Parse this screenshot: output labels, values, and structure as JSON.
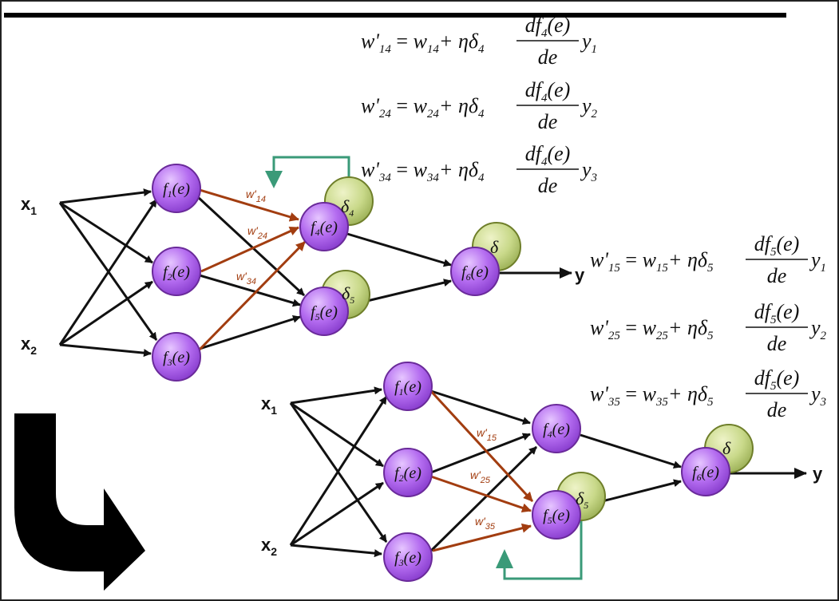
{
  "inputs": {
    "top": {
      "x1": "x",
      "x1_sub": "1",
      "x2": "x",
      "x2_sub": "2"
    },
    "bottom": {
      "x1": "x",
      "x1_sub": "1",
      "x2": "x",
      "x2_sub": "2"
    }
  },
  "outputs": {
    "top": "y",
    "bottom": "y"
  },
  "node_labels": {
    "f1": {
      "f": "f",
      "sub": "1",
      "arg": "(e)"
    },
    "f2": {
      "f": "f",
      "sub": "2",
      "arg": "(e)"
    },
    "f3": {
      "f": "f",
      "sub": "3",
      "arg": "(e)"
    },
    "f4": {
      "f": "f",
      "sub": "4",
      "arg": "(e)"
    },
    "f5": {
      "f": "f",
      "sub": "5",
      "arg": "(e)"
    },
    "f6": {
      "f": "f",
      "sub": "6",
      "arg": "(e)"
    }
  },
  "deltas": {
    "d4": {
      "sym": "δ",
      "sub": "4"
    },
    "d5": {
      "sym": "δ",
      "sub": "5"
    },
    "d": {
      "sym": "δ"
    }
  },
  "weights_top": {
    "w14": {
      "w": "w'",
      "sub": "14"
    },
    "w24": {
      "w": "w'",
      "sub": "24"
    },
    "w34": {
      "w": "w'",
      "sub": "34"
    }
  },
  "weights_bottom": {
    "w15": {
      "w": "w'",
      "sub": "15"
    },
    "w25": {
      "w": "w'",
      "sub": "25"
    },
    "w35": {
      "w": "w'",
      "sub": "35"
    }
  },
  "equations_f4": [
    {
      "lhs": "w'",
      "lhs_sub": "14",
      "rhs": "w",
      "rhs_sub": "14",
      "eta": "+ ηδ",
      "eta_sub": "4",
      "num": "df",
      "num_sub": "4",
      "num_arg": "(e)",
      "den": "de",
      "y": "y",
      "y_sub": "1"
    },
    {
      "lhs": "w'",
      "lhs_sub": "24",
      "rhs": "w",
      "rhs_sub": "24",
      "eta": "+ ηδ",
      "eta_sub": "4",
      "num": "df",
      "num_sub": "4",
      "num_arg": "(e)",
      "den": "de",
      "y": "y",
      "y_sub": "2"
    },
    {
      "lhs": "w'",
      "lhs_sub": "34",
      "rhs": "w",
      "rhs_sub": "34",
      "eta": "+ ηδ",
      "eta_sub": "4",
      "num": "df",
      "num_sub": "4",
      "num_arg": "(e)",
      "den": "de",
      "y": "y",
      "y_sub": "3"
    }
  ],
  "equations_f5": [
    {
      "lhs": "w'",
      "lhs_sub": "15",
      "rhs": "w",
      "rhs_sub": "15",
      "eta": "+ ηδ",
      "eta_sub": "5",
      "num": "df",
      "num_sub": "5",
      "num_arg": "(e)",
      "den": "de",
      "y": "y",
      "y_sub": "1"
    },
    {
      "lhs": "w'",
      "lhs_sub": "25",
      "rhs": "w",
      "rhs_sub": "25",
      "eta": "+ ηδ",
      "eta_sub": "5",
      "num": "df",
      "num_sub": "5",
      "num_arg": "(e)",
      "den": "de",
      "y": "y",
      "y_sub": "2"
    },
    {
      "lhs": "w'",
      "lhs_sub": "35",
      "rhs": "w",
      "rhs_sub": "35",
      "eta": "+ ηδ",
      "eta_sub": "5",
      "num": "df",
      "num_sub": "5",
      "num_arg": "(e)",
      "den": "de",
      "y": "y",
      "y_sub": "3"
    }
  ],
  "colors": {
    "neuron_fill": "#b46cf0",
    "neuron_stroke": "#6a2a9a",
    "delta_fill": "#c9d98a",
    "delta_stroke": "#6f7f2a",
    "updated_weight": "#a23d10",
    "feedback_arrow": "#3a9a78",
    "edge": "#111111"
  }
}
